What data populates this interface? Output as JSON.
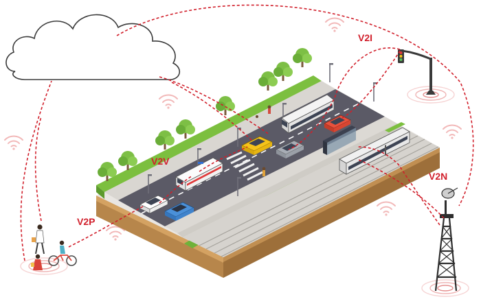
{
  "labels": {
    "v2i": "V2I",
    "v2v": "V2V",
    "v2p": "V2P",
    "v2n": "V2N"
  },
  "colors": {
    "link": "#d11f2b",
    "signal": "#f2b8b8",
    "road": "#5b5a66",
    "grass": "#7cbf3f",
    "earth": "#b7864b",
    "cloud": "#ffffff"
  },
  "icons": [
    "cloud-icon",
    "traffic-light-icon",
    "cell-tower-icon",
    "pedestrian-group-icon",
    "ambulance-icon",
    "bus-icon",
    "tram-icon",
    "car-icon",
    "wifi-signal-icon"
  ]
}
